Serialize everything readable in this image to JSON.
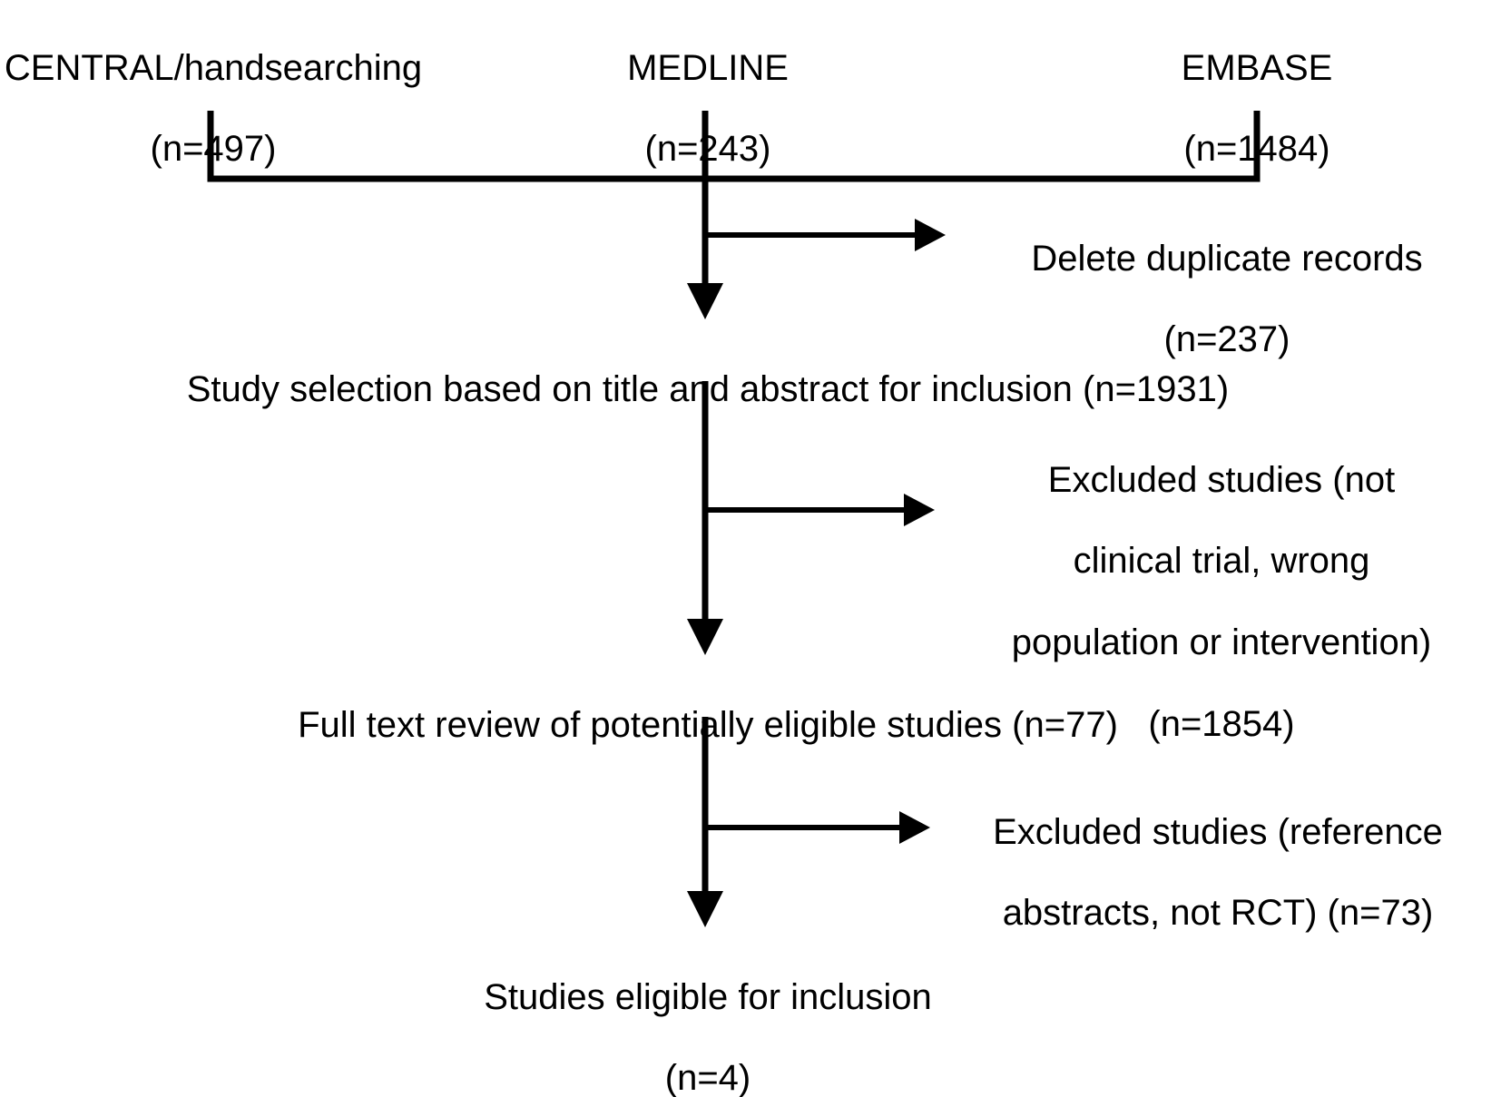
{
  "diagram": {
    "title": "Study selection flow diagram",
    "type": "flowchart",
    "orientation": "top-to-bottom",
    "background_color": "#ffffff",
    "line_color": "#000000",
    "text_color": "#000000"
  },
  "sources": [
    {
      "id": "central",
      "label": "CENTRAL/handsearching",
      "count_label": "(n=497)",
      "n": 497
    },
    {
      "id": "medline",
      "label": "MEDLINE",
      "count_label": "(n=243)",
      "n": 243
    },
    {
      "id": "embase",
      "label": "EMBASE",
      "count_label": "(n=1484)",
      "n": 1484
    }
  ],
  "stages": [
    {
      "id": "title-abstract-screening",
      "text": "Study selection based on title and abstract for inclusion (n=1931)",
      "n": 1931
    },
    {
      "id": "full-text-review",
      "text": "Full text review of potentially eligible studies (n=77)",
      "n": 77
    },
    {
      "id": "eligible-studies",
      "line1": "Studies eligible for inclusion",
      "line2": "(n=4)",
      "n": 4
    }
  ],
  "exclusions": [
    {
      "id": "duplicates",
      "line1": "Delete duplicate records",
      "line2": "(n=237)",
      "n": 237
    },
    {
      "id": "not-eligible-screening",
      "line1": "Excluded studies (not",
      "line2": "clinical trial, wrong",
      "line3": "population or intervention)",
      "line4": "(n=1854)",
      "n": 1854
    },
    {
      "id": "not-rct-fulltext",
      "line1": "Excluded studies (reference",
      "line2": "abstracts, not RCT) (n=73)",
      "n": 73
    }
  ]
}
